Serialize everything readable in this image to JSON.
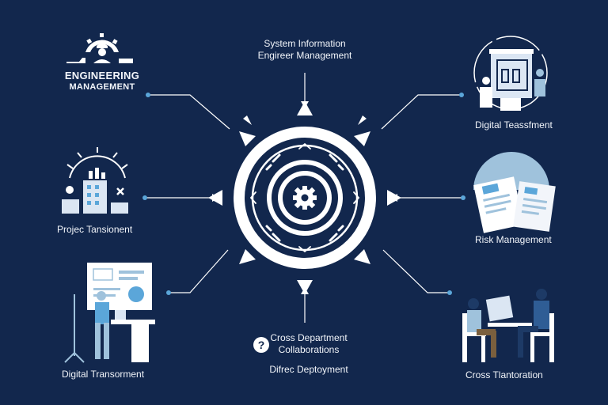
{
  "top_label": {
    "line1": "System Information",
    "line2": "Engireer Management"
  },
  "engineering": {
    "line1": "ENGINEERING",
    "line2": "MANAGEMENT"
  },
  "project": {
    "label": "Projec Tansionent"
  },
  "digital_top": {
    "label": "Digital Teassfment"
  },
  "risk": {
    "label": "Risk Management"
  },
  "digital_bottom": {
    "label": "Digital Transorment"
  },
  "cross_dept": {
    "line1": "Cross Department",
    "line2": "Collaborations",
    "line3": "Difrec Deptoyment"
  },
  "cross_right": {
    "label": "Cross Tlantoration"
  },
  "help_icon_glyph": "?",
  "colors": {
    "background": "#12274d",
    "foreground": "#ffffff",
    "accent_blue": "#5ba6d9",
    "pale_blue": "#9fc2dc"
  }
}
